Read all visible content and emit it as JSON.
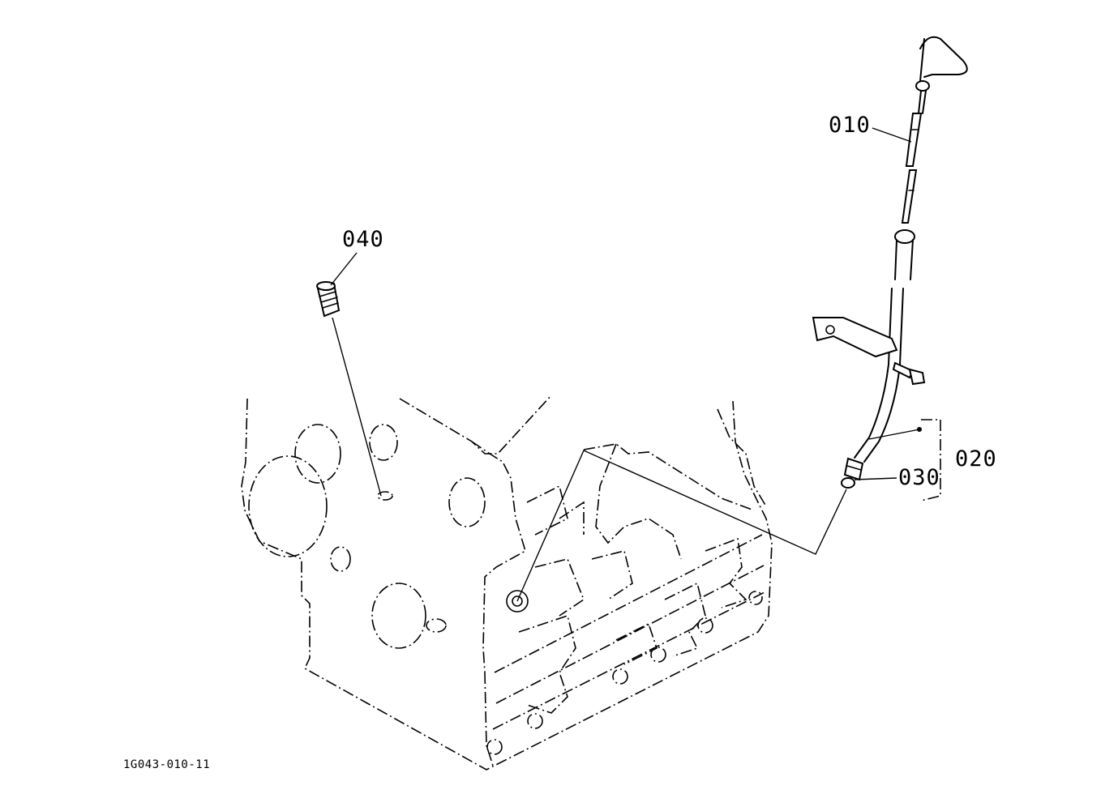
{
  "diagram": {
    "parts": [
      {
        "id": "010",
        "label": "010",
        "icon": "dipstick-icon"
      },
      {
        "id": "020",
        "label": "020",
        "icon": "dipstick-guide-pipe-icon"
      },
      {
        "id": "030",
        "label": "030",
        "icon": "o-ring-icon"
      },
      {
        "id": "040",
        "label": "040",
        "icon": "plug-icon"
      }
    ],
    "figure_code": "1G043-010-11"
  }
}
